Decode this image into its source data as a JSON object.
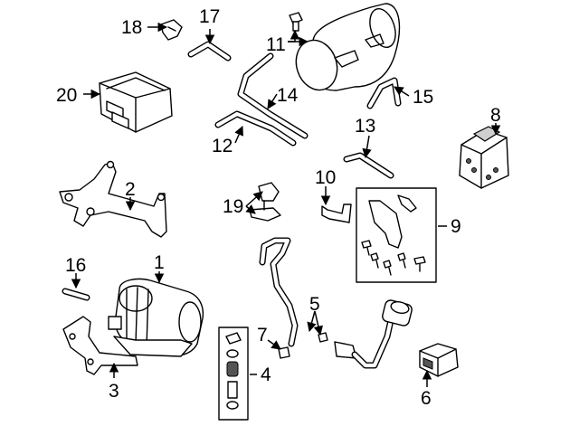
{
  "callouts": [
    "1",
    "2",
    "3",
    "4",
    "5",
    "6",
    "7",
    "8",
    "9",
    "10",
    "11",
    "12",
    "13",
    "14",
    "15",
    "16",
    "17",
    "18",
    "19",
    "20"
  ],
  "colors": {
    "line": "#000000",
    "background": "#ffffff"
  }
}
